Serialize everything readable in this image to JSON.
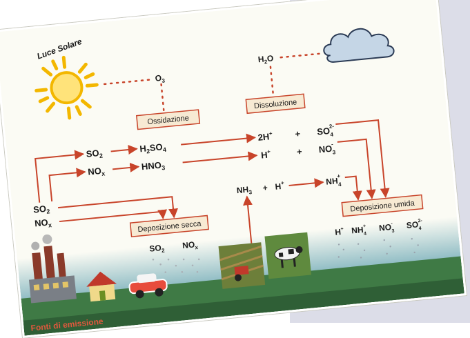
{
  "colors": {
    "arrow": "#c8442a",
    "box_fill": "#f7ead3",
    "box_stroke": "#c8442a",
    "footer_text": "#c8442a",
    "sky_band": "#7fb0b8",
    "ground": "#4e8a3e"
  },
  "sun": {
    "label": "Luce Solare",
    "icon": "sun-icon"
  },
  "cloud": {
    "icon": "cloud-icon"
  },
  "species": {
    "o3": "O",
    "o3_sub": "3",
    "h2o_a": "H",
    "h2o_sub": "2",
    "h2o_b": "O",
    "so2_a": "SO",
    "so2_sub": "2",
    "nox_a": "NO",
    "nox_sub": "x",
    "h2so4_a": "H",
    "h2so4_sub1": "2",
    "h2so4_b": "SO",
    "h2so4_sub2": "4",
    "hno3_a": "HNO",
    "hno3_sub": "3",
    "twoh": "2H",
    "twoh_sup": "+",
    "plus": "+",
    "so4_a": "SO",
    "so4_sub": "4",
    "so4_sup": "2-",
    "h": "H",
    "h_sup": "+",
    "no3_a": "NO",
    "no3_sub": "3",
    "no3_sup": "-",
    "nh3_a": "NH",
    "nh3_sub": "3",
    "nh4_a": "NH",
    "nh4_sub": "4",
    "nh4_sup": "+",
    "so2_src_a": "SO",
    "so2_src_sub": "2",
    "nox_src_a": "NO",
    "nox_src_sub": "x"
  },
  "processes": {
    "ossidazione": "Ossidazione",
    "dissoluzione": "Dissoluzione",
    "deposizione_secca": "Deposizione secca",
    "deposizione_umida": "Deposizione umida"
  },
  "dry_products": {
    "so2_a": "SO",
    "so2_sub": "2",
    "nox_a": "NO",
    "nox_sub": "x"
  },
  "wet_products": {
    "h": "H",
    "h_sup": "+",
    "nh4_a": "NH",
    "nh4_sub": "4",
    "nh4_sup": "+",
    "no3_a": "NO",
    "no3_sub": "3",
    "no3_sup": "-",
    "so4_a": "SO",
    "so4_sub": "4",
    "so4_sup": "2-"
  },
  "footer": {
    "label": "Fonti di emissione"
  },
  "sources": {
    "factory": "factory-icon",
    "house": "house-icon",
    "car": "car-icon",
    "tractor": "tractor-field-icon",
    "cow": "cow-icon"
  }
}
